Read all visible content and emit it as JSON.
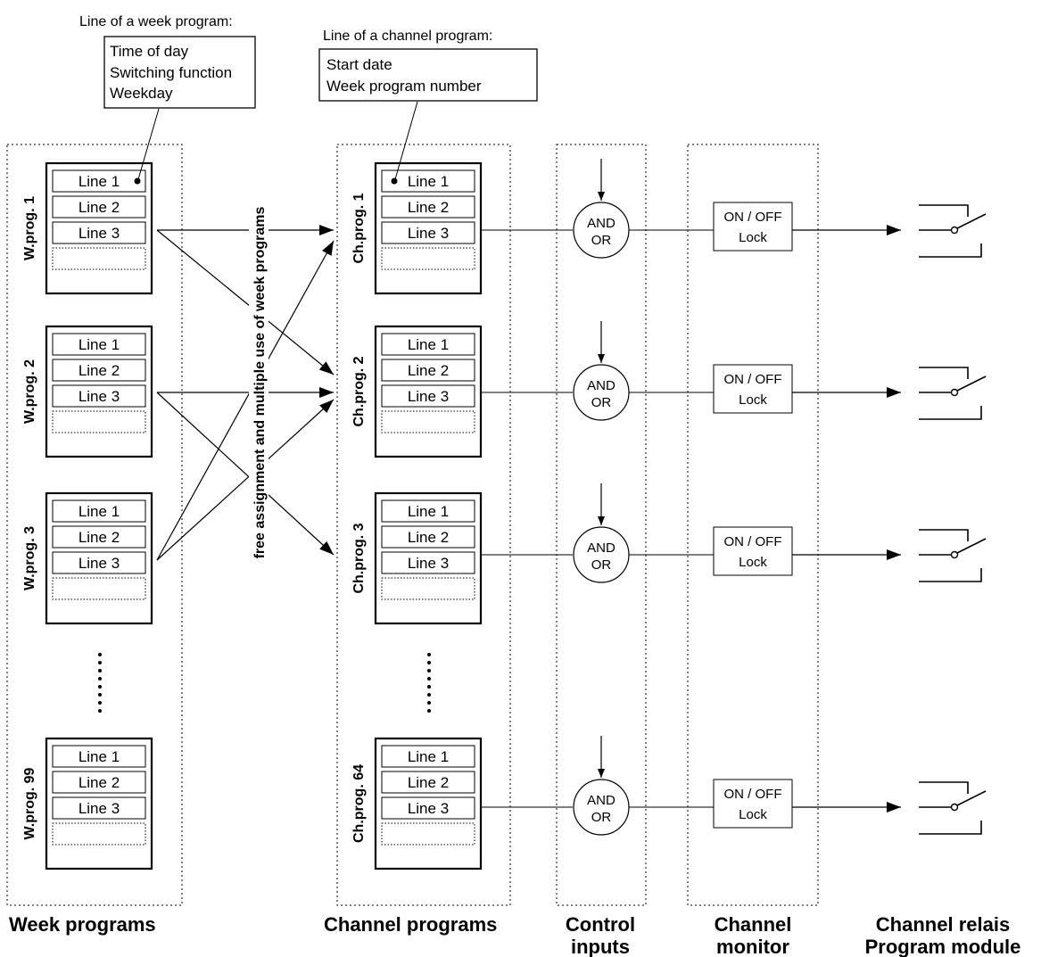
{
  "week_note": {
    "caption": "Line of a week program:",
    "lines": [
      "Time of day",
      "Switching function",
      "Weekday"
    ]
  },
  "channel_note": {
    "caption": "Line of a channel program:",
    "lines": [
      "Start date",
      "Week program number"
    ]
  },
  "week_programs": [
    {
      "label": "W.prog. 1",
      "lines": [
        "Line 1",
        "Line 2",
        "Line 3"
      ]
    },
    {
      "label": "W.prog. 2",
      "lines": [
        "Line 1",
        "Line 2",
        "Line 3"
      ]
    },
    {
      "label": "W.prog. 3",
      "lines": [
        "Line 1",
        "Line 2",
        "Line 3"
      ]
    },
    {
      "label": "W.prog. 99",
      "lines": [
        "Line 1",
        "Line 2",
        "Line 3"
      ]
    }
  ],
  "channel_programs": [
    {
      "label": "Ch.prog. 1",
      "lines": [
        "Line 1",
        "Line 2",
        "Line 3"
      ]
    },
    {
      "label": "Ch.prog. 2",
      "lines": [
        "Line 1",
        "Line 2",
        "Line 3"
      ]
    },
    {
      "label": "Ch.prog. 3",
      "lines": [
        "Line 1",
        "Line 2",
        "Line 3"
      ]
    },
    {
      "label": "Ch.prog. 64",
      "lines": [
        "Line 1",
        "Line 2",
        "Line 3"
      ]
    }
  ],
  "assignment_label": "free assignment and multiple use of week programs",
  "gate": {
    "line1": "AND",
    "line2": "OR"
  },
  "monitor": {
    "line1": "ON / OFF",
    "line2": "Lock"
  },
  "sections": {
    "week": "Week programs",
    "channel": "Channel programs",
    "control_1": "Control",
    "control_2": "inputs",
    "monitor_1": "Channel",
    "monitor_2": "monitor",
    "relais_1": "Channel relais",
    "relais_2": "Program module"
  }
}
